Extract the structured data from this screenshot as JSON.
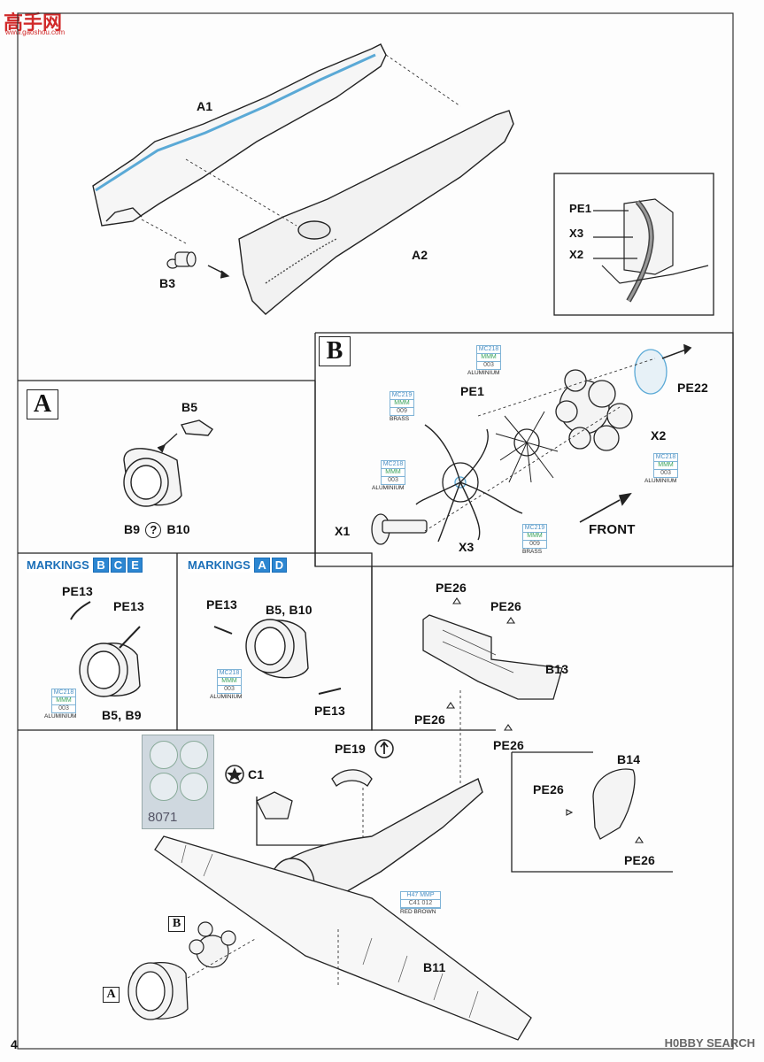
{
  "header": {
    "logo_text": "高手网",
    "logo_sub": "www.gaoshou.com"
  },
  "footer": {
    "page_number": "4",
    "watermark": "H0BBY SEARCH"
  },
  "parts": {
    "A1": "A1",
    "A2": "A2",
    "B3": "B3",
    "B5": "B5",
    "B9_q_B10_left": "B9",
    "B9_q_B10_right": "B10",
    "PE1_detail": "PE1",
    "X3_detail": "X3",
    "X2_detail": "X2",
    "PE1": "PE1",
    "PE22": "PE22",
    "X2": "X2",
    "X1": "X1",
    "X3": "X3",
    "FRONT": "FRONT",
    "PE13_a": "PE13",
    "PE13_b": "PE13",
    "B5_B9": "B5, B9",
    "PE13_c": "PE13",
    "B5_B10": "B5, B10",
    "PE13_d": "PE13",
    "PE26_a": "PE26",
    "PE26_b": "PE26",
    "B13": "B13",
    "PE26_c": "PE26",
    "PE26_d": "PE26",
    "B14": "B14",
    "PE26_e": "PE26",
    "PE26_f": "PE26",
    "PE19": "PE19",
    "C1": "C1",
    "B11": "B11",
    "mask_code": "8071"
  },
  "callouts": {
    "A_big": "A",
    "B_big": "B",
    "A_small": "A",
    "B_small": "B"
  },
  "markings": {
    "label": "MARKINGS",
    "left_letters": [
      "B",
      "C",
      "E"
    ],
    "right_letters": [
      "A",
      "D"
    ]
  },
  "paints": {
    "p1": {
      "code1": "MC218",
      "code2": "MMM",
      "code3": "003",
      "name": "ALUMINIUM"
    },
    "p2": {
      "code1": "MC219",
      "code2": "MMM",
      "code3": "009",
      "name": "BRASS"
    },
    "p3": {
      "code1": "MC218",
      "code2": "MMM",
      "code3": "003",
      "name": "ALUMINIUM"
    },
    "p4": {
      "code1": "MC218",
      "code2": "MMM",
      "code3": "003",
      "name": "ALUMINIUM"
    },
    "p5": {
      "code1": "MC219",
      "code2": "MMM",
      "code3": "009",
      "name": "BRASS"
    },
    "p6": {
      "code1": "MC218",
      "code2": "MMM",
      "code3": "003",
      "name": "ALUMINIUM"
    },
    "p7": {
      "code1": "MC218",
      "code2": "MMM",
      "code3": "003",
      "name": "ALUMINIUM"
    },
    "p8": {
      "code1": "H47",
      "code1b": "MMP",
      "code2": "C41",
      "code2b": "012",
      "name": "RED BROWN"
    }
  }
}
